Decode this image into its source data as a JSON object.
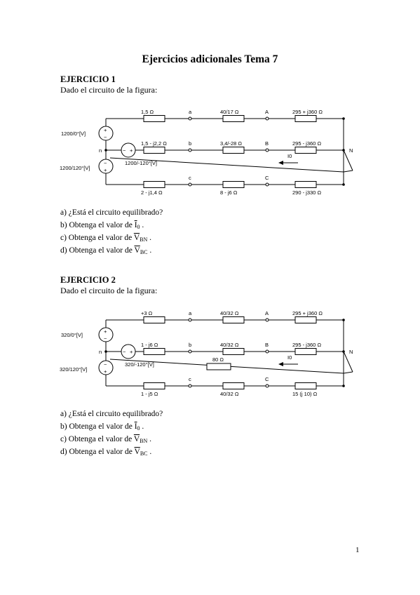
{
  "title": "Ejercicios adicionales Tema 7",
  "page_number": "1",
  "exercises": [
    {
      "heading": "EJERCICIO 1",
      "intro": "Dado el circuito de la figura:",
      "circuit": {
        "sources": [
          "1200/0°[V]",
          "1200/-120°[V]",
          "1200/120°[V]"
        ],
        "line_impedances": [
          "1,5 Ω",
          "1,5 - j2,2 Ω",
          "2 - j1,4 Ω"
        ],
        "mid_impedances": [
          "40/17 Ω",
          "3,4/-28 Ω",
          "8 - j6 Ω"
        ],
        "load_impedances": [
          "295 + j360 Ω",
          "295 - j360 Ω",
          "290 - j330 Ω"
        ],
        "neutral_impedance": "",
        "nodes": {
          "n": "n",
          "a": "a",
          "b": "b",
          "c": "c",
          "A": "A",
          "B": "B",
          "C": "C",
          "N": "N"
        },
        "current_label": "I0"
      },
      "questions": [
        {
          "pre": "a) ¿Está el circuito equilibrado?",
          "sym": "",
          "sub": "",
          "post": ""
        },
        {
          "pre": "b) Obtenga el valor de ",
          "sym": "I",
          "sub": "0",
          "post": "."
        },
        {
          "pre": "c) Obtenga el valor de ",
          "sym": "V",
          "sub": "BN",
          "post": "."
        },
        {
          "pre": "d) Obtenga el valor de ",
          "sym": "V",
          "sub": "BC",
          "post": "."
        }
      ]
    },
    {
      "heading": "EJERCICIO 2",
      "intro": "Dado el circuito de la figura:",
      "circuit": {
        "sources": [
          "320/0°[V]",
          "320/-120°[V]",
          "320/120°[V]"
        ],
        "line_impedances": [
          "+3 Ω",
          "1 - j6 Ω",
          "1 - j5 Ω"
        ],
        "mid_impedances": [
          "40/32 Ω",
          "40/32 Ω",
          "40/32 Ω"
        ],
        "load_impedances": [
          "295 + j360 Ω",
          "295 - j360 Ω",
          "15 (j 10) Ω"
        ],
        "neutral_impedance": "80 Ω",
        "nodes": {
          "n": "n",
          "a": "a",
          "b": "b",
          "c": "c",
          "A": "A",
          "B": "B",
          "C": "C",
          "N": "N"
        },
        "current_label": "I0"
      },
      "questions": [
        {
          "pre": "a) ¿Está el circuito equilibrado?",
          "sym": "",
          "sub": "",
          "post": ""
        },
        {
          "pre": "b) Obtenga el valor de ",
          "sym": "I",
          "sub": "0",
          "post": "."
        },
        {
          "pre": "c) Obtenga el valor de ",
          "sym": "V",
          "sub": "BN",
          "post": "."
        },
        {
          "pre": "d) Obtenga el valor de ",
          "sym": "V",
          "sub": "BC",
          "post": "."
        }
      ]
    }
  ]
}
